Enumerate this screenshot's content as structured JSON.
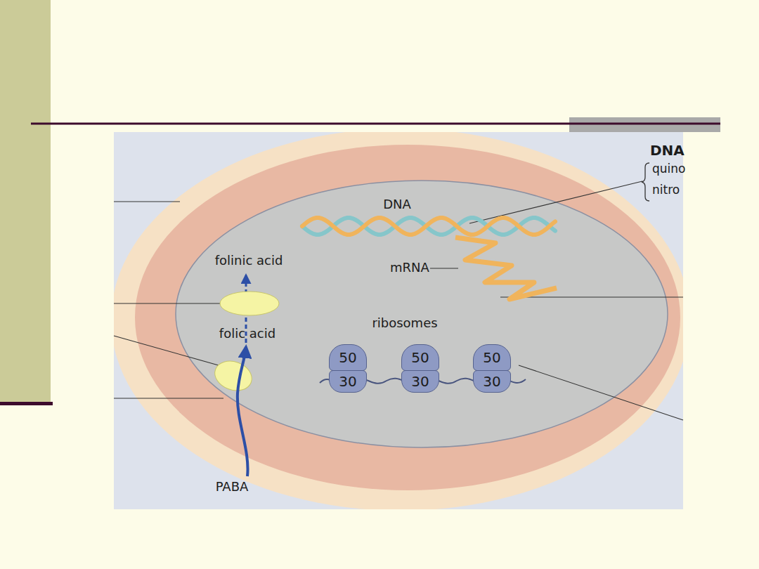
{
  "diagram": {
    "nodes": [
      {
        "text": [
          "50"
        ]
      },
      {
        "text": [
          "30"
        ]
      },
      {
        "text": [
          "50"
        ]
      },
      {
        "text": [
          "30"
        ]
      },
      {
        "text": [
          "50"
        ]
      },
      {
        "text": [
          "30"
        ]
      }
    ],
    "labels": [
      "DNA",
      "quino",
      "nitro",
      "DNA",
      "mRNA",
      "folinic acid",
      "folic acid",
      "ribosomes",
      "PABA"
    ]
  }
}
